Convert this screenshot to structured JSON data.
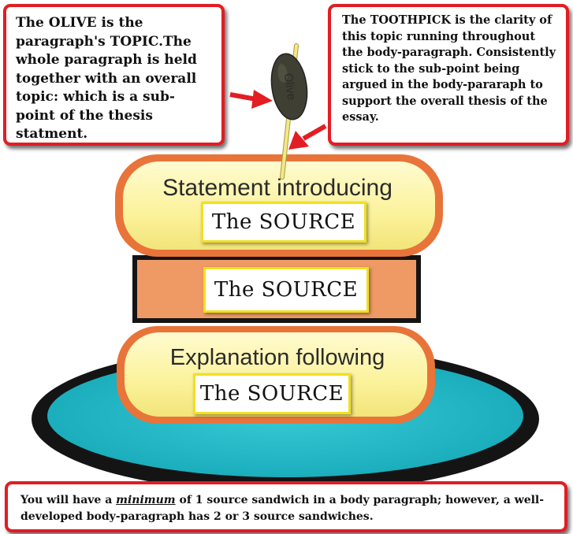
{
  "notes": {
    "olive": "The OLIVE is the paragraph's TOPIC.The whole paragraph is held together with an overall topic: which is a sub-point of the thesis statment.",
    "toothpick": "The TOOTHPICK is the clarity of this topic running throughout the body-paragraph.  Consistently stick to the sub-point being argued in the body-pararaph to support the overall thesis of the essay.",
    "bottom_before": "You will have a ",
    "bottom_emphasis": "minimum",
    "bottom_after": " of 1 source sandwich in a body paragraph; however, a well-developed body-paragraph has 2 or 3 source sandwiches."
  },
  "olive_label": "Olive",
  "top_bun": {
    "caption": "Statement introducing",
    "source_label": "The SOURCE"
  },
  "middle_layer": {
    "source_label": "The SOURCE"
  },
  "bottom_bun": {
    "caption": "Explanation following",
    "source_label": "The SOURCE"
  },
  "colors": {
    "note_border": "#e21d23",
    "arrow": "#e21d23",
    "bun_fill": "#fbf5a2",
    "bun_border": "#e8743a",
    "middle_fill": "#ef9a65",
    "plate_fill": "#1bb7c6",
    "plate_rim": "#141414",
    "olive_fill": "#3f3f33",
    "toothpick": "#f3e78a",
    "source_border": "#f1e020"
  }
}
